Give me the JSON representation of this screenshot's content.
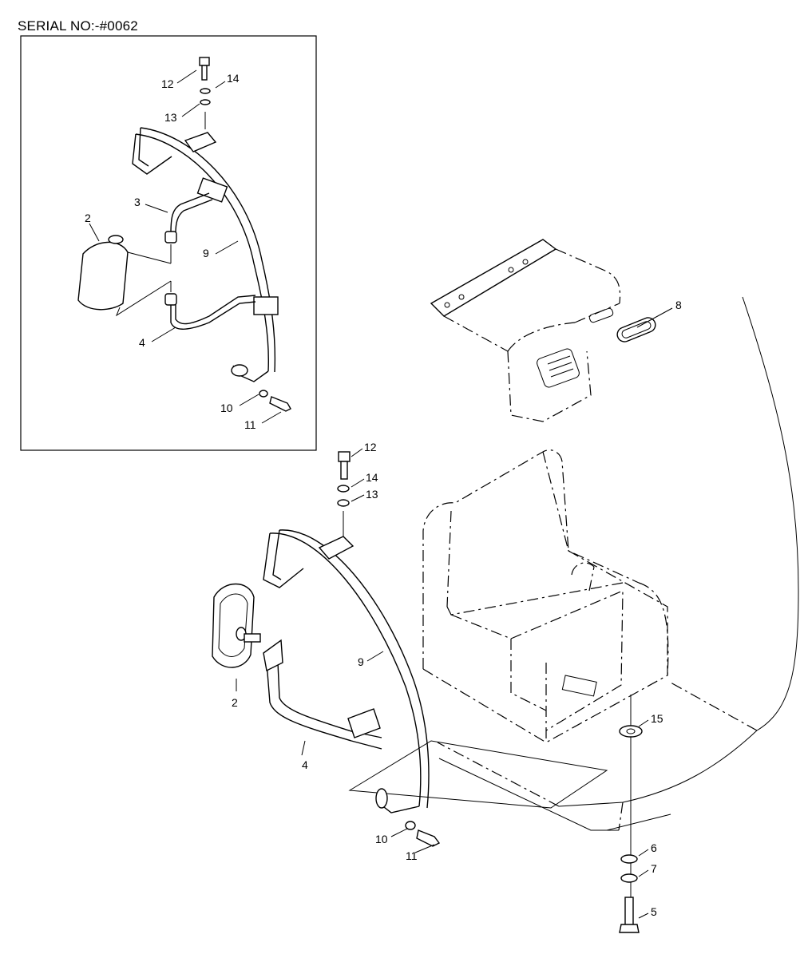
{
  "header": {
    "serial": "SERIAL NO:-#0062"
  },
  "inset_labels": {
    "l12": "12",
    "l14": "14",
    "l13": "13",
    "l3": "3",
    "l2": "2",
    "l9": "9",
    "l4": "4",
    "l10": "10",
    "l11": "11"
  },
  "main_labels": {
    "l12": "12",
    "l14": "14",
    "l13": "13",
    "l9": "9",
    "l2": "2",
    "l4": "4",
    "l8": "8",
    "l15": "15",
    "l10": "10",
    "l11": "11",
    "l6": "6",
    "l7": "7",
    "l5": "5"
  }
}
